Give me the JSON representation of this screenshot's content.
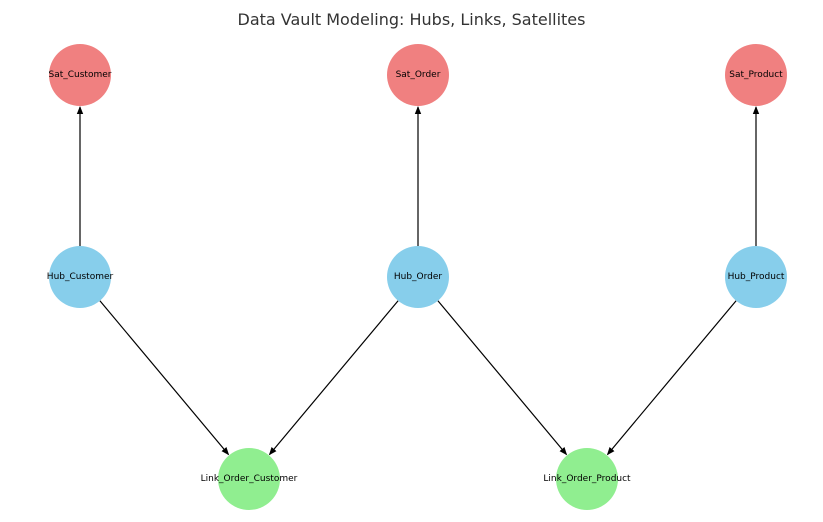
{
  "title": "Data Vault Modeling: Hubs, Links, Satellites",
  "colors": {
    "satellite": "#f08080",
    "hub": "#87ceeb",
    "link": "#90ee90",
    "edge": "#000000",
    "title": "#333333"
  },
  "nodes": {
    "sat_customer": {
      "label": "Sat_Customer",
      "kind": "satellite"
    },
    "sat_order": {
      "label": "Sat_Order",
      "kind": "satellite"
    },
    "sat_product": {
      "label": "Sat_Product",
      "kind": "satellite"
    },
    "hub_customer": {
      "label": "Hub_Customer",
      "kind": "hub"
    },
    "hub_order": {
      "label": "Hub_Order",
      "kind": "hub"
    },
    "hub_product": {
      "label": "Hub_Product",
      "kind": "hub"
    },
    "link_order_customer": {
      "label": "Link_Order_Customer",
      "kind": "link"
    },
    "link_order_product": {
      "label": "Link_Order_Product",
      "kind": "link"
    }
  },
  "edges": [
    {
      "from": "hub_customer",
      "to": "sat_customer"
    },
    {
      "from": "hub_order",
      "to": "sat_order"
    },
    {
      "from": "hub_product",
      "to": "sat_product"
    },
    {
      "from": "hub_customer",
      "to": "link_order_customer"
    },
    {
      "from": "hub_order",
      "to": "link_order_customer"
    },
    {
      "from": "hub_order",
      "to": "link_order_product"
    },
    {
      "from": "hub_product",
      "to": "link_order_product"
    }
  ]
}
